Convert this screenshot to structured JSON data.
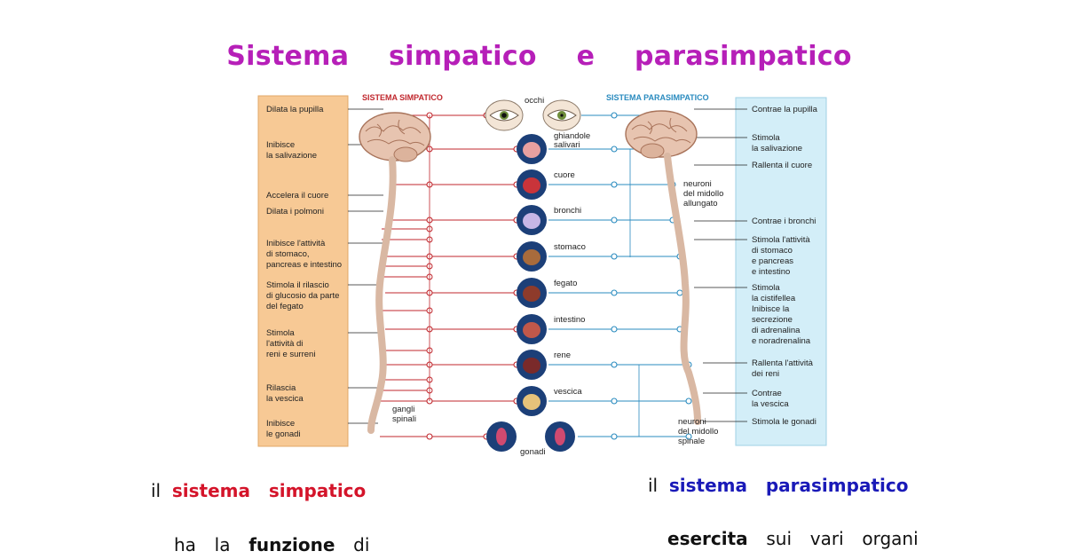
{
  "title": "Sistema simpatico e parasimpatico",
  "headers": {
    "sympathetic": "SISTEMA SIMPATICO",
    "parasympathetic": "SISTEMA PARASIMPATICO"
  },
  "sympathetic_effects": [
    [
      "Dilata la pupilla"
    ],
    [
      "Inibisce",
      "la salivazione"
    ],
    [
      "Accelera il cuore"
    ],
    [
      "Dilata i polmoni"
    ],
    [
      "Inibisce l'attività",
      "di stomaco,",
      "pancreas e intestino"
    ],
    [
      "Stimola il rilascio",
      "di glucosio da parte",
      "del fegato"
    ],
    [
      "Stimola",
      "l'attività di",
      "reni e surreni"
    ],
    [
      "Rilascia",
      "la vescica"
    ],
    [
      "Inibisce",
      "le gonadi"
    ]
  ],
  "parasympathetic_effects": [
    [
      "Contrae la pupilla"
    ],
    [
      "Stimola",
      "la salivazione"
    ],
    [
      "Rallenta il cuore"
    ],
    [
      "Contrae i bronchi"
    ],
    [
      "Stimola l'attività",
      "di stomaco",
      "e pancreas",
      "e intestino"
    ],
    [
      "Stimola",
      "la cistifellea",
      "Inibisce la",
      "secrezione",
      "di adrenalina",
      "e noradrenalina"
    ],
    [
      "Rallenta l'attività",
      "dei reni"
    ],
    [
      "Contrae",
      "la vescica"
    ],
    [
      "Stimola le gonadi"
    ]
  ],
  "organs": [
    "occhi",
    "ghiandole salivari",
    "cuore",
    "bronchi",
    "stomaco",
    "fegato",
    "intestino",
    "rene",
    "vescica",
    "gonadi"
  ],
  "annotations": {
    "medulla_neurons": [
      "neuroni",
      "del midollo",
      "allungato"
    ],
    "spinal_neurons": [
      "neuroni",
      "del midollo",
      "spinale"
    ],
    "spinal_ganglia": [
      "gangli",
      "spinali"
    ]
  },
  "bottom": {
    "left_line1_prefix": "il",
    "left_line1_term": "sistema   simpatico",
    "left_line2_a": "ha  la",
    "left_line2_b": "funzione",
    "left_line2_c": "di",
    "right_line1_prefix": "il",
    "right_line1_term": "sistema   parasimpatico",
    "right_line2_a": "esercita",
    "right_line2_b": "sui  vari  organi"
  },
  "colors": {
    "title": "#b61fb8",
    "sympathetic": "#c0272d",
    "parasympathetic": "#2a8bbf",
    "left_panel": "#f7c995",
    "right_panel": "#d3eef8",
    "organ_disk": "#1c3f78"
  }
}
